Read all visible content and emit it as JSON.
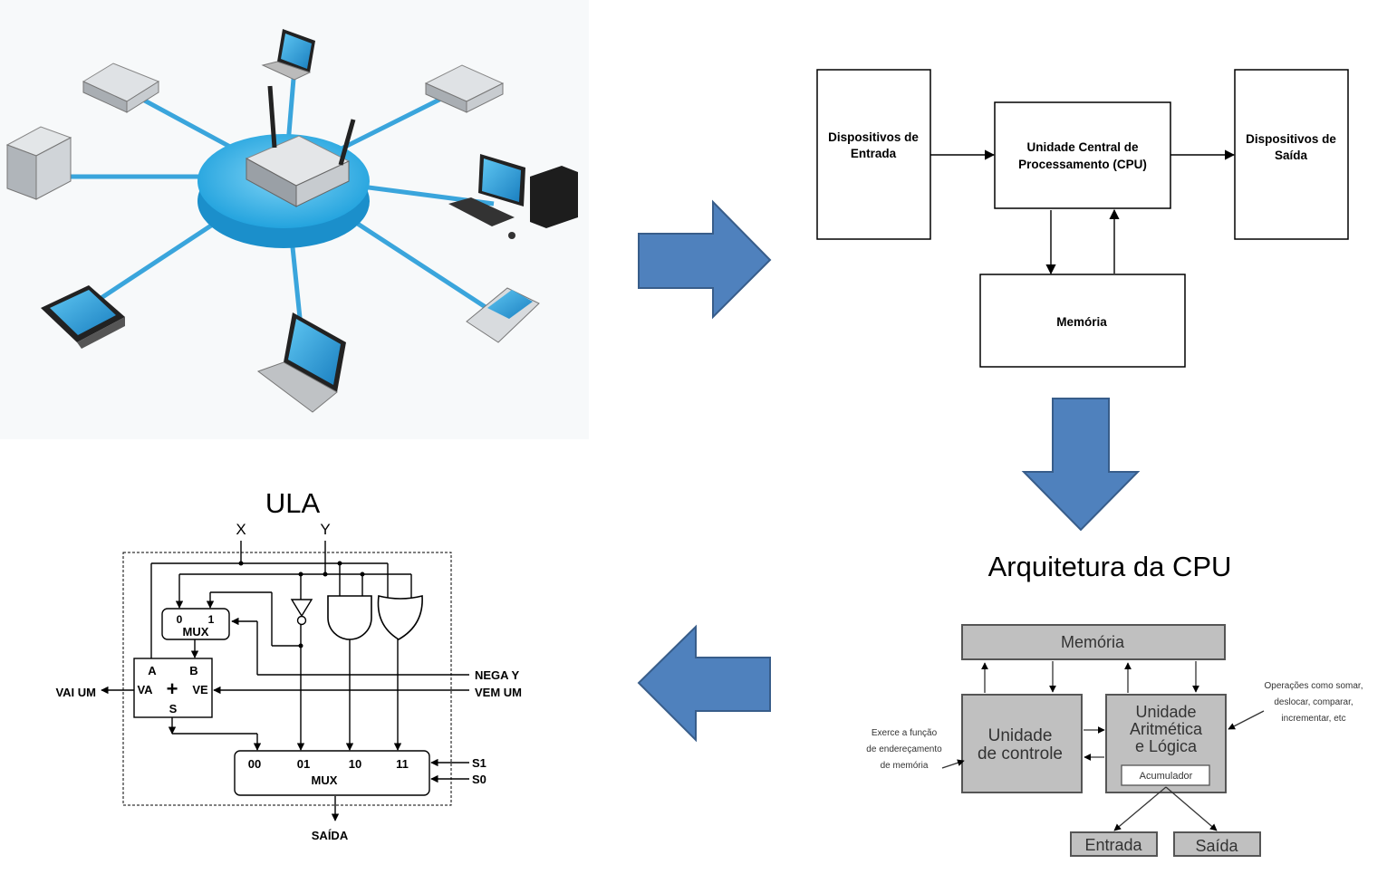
{
  "network": {
    "devices": [
      "router-icon",
      "laptop-icon",
      "server-icon",
      "server-icon",
      "server-icon",
      "desktop-icon",
      "phone-icon",
      "laptop-icon",
      "tablet-icon"
    ]
  },
  "block_diagram": {
    "input_label": [
      "Dispositivos de",
      "Entrada"
    ],
    "cpu_label": [
      "Unidade Central de",
      "Processamento (CPU)"
    ],
    "output_label": [
      "Dispositivos de",
      "Saída"
    ],
    "memory_label": "Memória"
  },
  "cpu_arch": {
    "title": "Arquitetura da CPU",
    "memory": "Memória",
    "control_unit": [
      "Unidade",
      "de controle"
    ],
    "alu": [
      "Unidade",
      "Aritmética",
      "e Lógica"
    ],
    "accumulator": "Acumulador",
    "input": "Entrada",
    "output": "Saída",
    "note_left": [
      "Exerce a função",
      "de endereçamento",
      "de memória"
    ],
    "note_right": [
      "Operações como somar,",
      "deslocar, comparar,",
      "incrementar, etc"
    ]
  },
  "ula": {
    "title": "ULA",
    "x": "X",
    "y": "Y",
    "mux_top": "MUX",
    "mux_top_in0": "0",
    "mux_top_in1": "1",
    "adder_a": "A",
    "adder_b": "B",
    "adder_va": "VA",
    "adder_ve": "VE",
    "adder_plus": "+",
    "adder_s": "S",
    "vai_um": "VAI UM",
    "nega_y": "NEGA Y",
    "vem_um": "VEM UM",
    "mux_bottom": "MUX",
    "mux_in": [
      "00",
      "01",
      "10",
      "11"
    ],
    "s1": "S1",
    "s0": "S0",
    "saida": "SAÍDA"
  }
}
